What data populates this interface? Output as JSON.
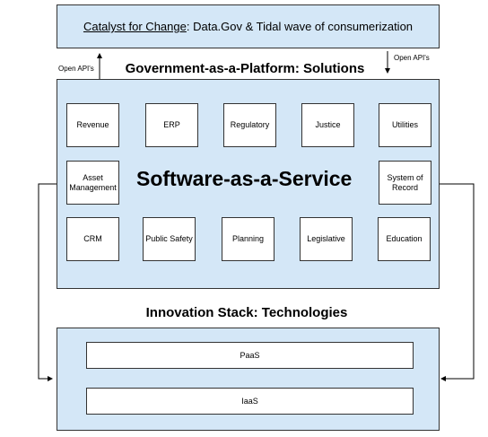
{
  "catalyst": {
    "lead": "Catalyst for Change",
    "rest": ": Data.Gov & Tidal wave of consumerization"
  },
  "api_notes": {
    "left": "Open API's",
    "right": "Open API's"
  },
  "gap_heading": "Government-as-a-Platform: Solutions",
  "saas_label": "Software-as-a-Service",
  "solutions": {
    "revenue": "Revenue",
    "erp": "ERP",
    "regulatory": "Regulatory",
    "justice": "Justice",
    "utilities": "Utilities",
    "asset_management": "Asset\nManagement",
    "system_of_record": "System of\nRecord",
    "crm": "CRM",
    "public_safety": "Public Safety",
    "planning": "Planning",
    "legislative": "Legislative",
    "education": "Education"
  },
  "innovation_heading": "Innovation Stack: Technologies",
  "stack": {
    "paas": "PaaS",
    "iaas": "IaaS"
  },
  "colors": {
    "panel_fill": "#d4e7f7",
    "box_fill": "#ffffff",
    "border": "#333333"
  }
}
